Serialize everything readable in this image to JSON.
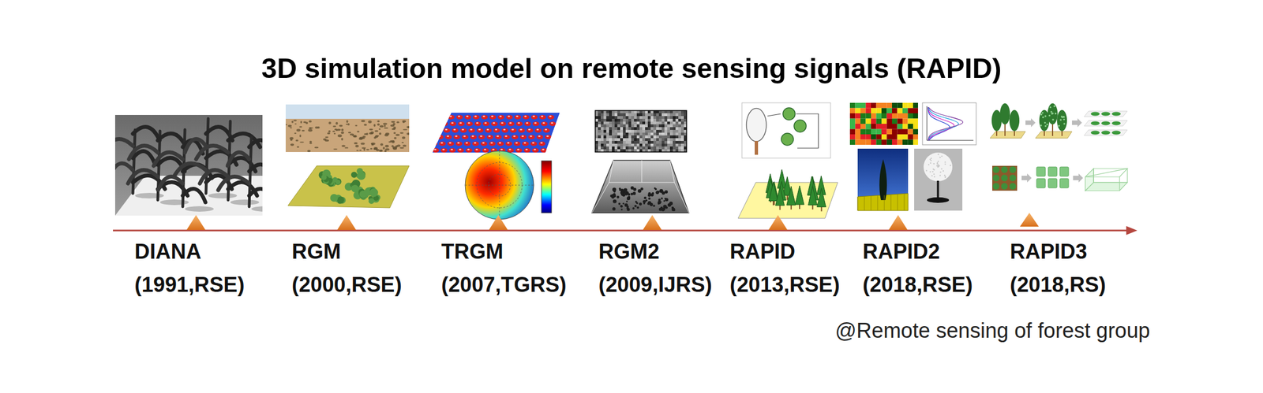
{
  "diagram": {
    "title": "3D simulation model on remote sensing signals (RAPID)",
    "labels": [
      "DIANA (1991,RSE)",
      "RGM (2000,RSE)",
      "TRGM (2007,TGRS)",
      "RGM2 (2009,IJRS)",
      "RAPID (2013,RSE)",
      "RAPID2 (2018,RSE)",
      "RAPID3 (2018,RS)",
      "@Remote sensing of forest group"
    ]
  }
}
